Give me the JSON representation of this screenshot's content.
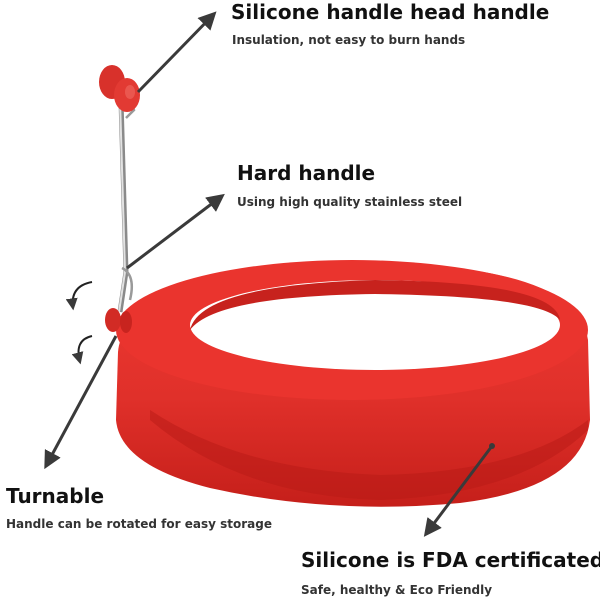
{
  "colors": {
    "ring": "#e8322c",
    "ring_dark": "#c41f1a",
    "ring_shadow": "#a81612",
    "steel": "#b8b8b8",
    "arrow": "#3a3a3a"
  },
  "callouts": {
    "head_handle": {
      "title": "Silicone handle head handle",
      "subtitle": "Insulation, not easy to burn hands"
    },
    "hard_handle": {
      "title": "Hard handle",
      "subtitle": "Using high quality stainless steel"
    },
    "turnable": {
      "title": "Turnable",
      "subtitle": "Handle can be rotated for easy storage"
    },
    "fda": {
      "title": "Silicone is FDA certificated",
      "subtitle": "Safe, healthy & Eco Friendly"
    }
  },
  "icons": [
    "rotate-arrows-icon"
  ]
}
